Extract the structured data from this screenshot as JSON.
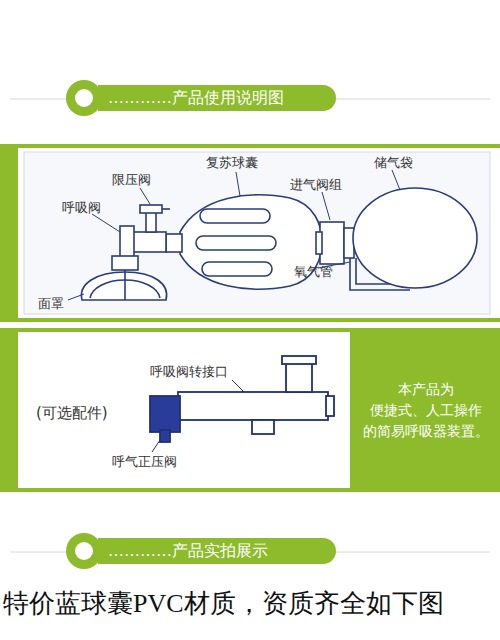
{
  "diagram": {
    "nodes": [
      {
        "text": [
          "…………产品使用说明图"
        ]
      },
      {
        "text": [
          "本产品为 便捷式、人工操作 的简易呼吸器装置。"
        ]
      },
      {
        "text": [
          "…………产品实拍展示"
        ]
      }
    ],
    "labels": [
      "复苏球囊",
      "限压阀",
      "呼吸阀",
      "进气阀组",
      "储气袋",
      "氧气管",
      "面罩",
      "呼吸阀转接口",
      "(可选配件)",
      "呼气正压阀",
      "特价蓝球囊PVC材质，资质齐全如下图"
    ]
  }
}
